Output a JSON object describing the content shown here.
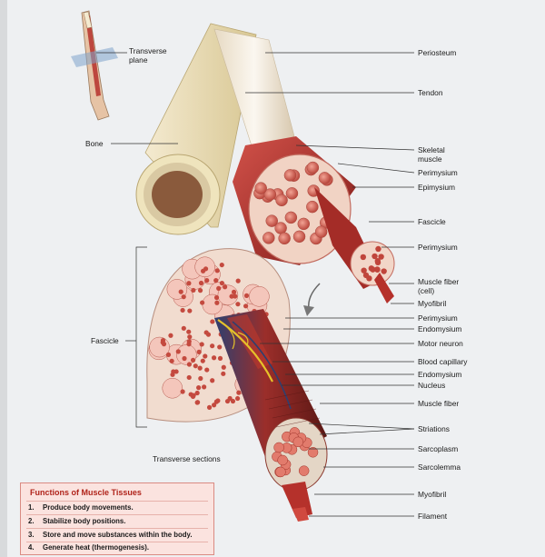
{
  "labels": {
    "transverse_plane": "Transverse plane",
    "bone": "Bone",
    "periosteum": "Periosteum",
    "tendon": "Tendon",
    "skeletal_muscle": "Skeletal muscle",
    "perimysium_1": "Perimysium",
    "epimysium": "Epimysium",
    "fascicle_right": "Fascicle",
    "perimysium_2": "Perimysium",
    "muscle_fiber_cell": "Muscle fiber (cell)",
    "myofibril_1": "Myofibril",
    "perimysium_3": "Perimysium",
    "endomysium_1": "Endomysium",
    "motor_neuron": "Motor neuron",
    "blood_capillary": "Blood capillary",
    "endomysium_2": "Endomysium",
    "nucleus": "Nucleus",
    "muscle_fiber": "Muscle fiber",
    "striations": "Striations",
    "sarcoplasm": "Sarcoplasm",
    "sarcolemma": "Sarcolemma",
    "myofibril_2": "Myofibril",
    "filament": "Filament",
    "fascicle_left": "Fascicle",
    "transverse_sections": "Transverse sections"
  },
  "functions": {
    "title": "Functions of Muscle Tissues",
    "items": [
      {
        "num": "1.",
        "text": "Produce body movements."
      },
      {
        "num": "2.",
        "text": "Stabilize body positions."
      },
      {
        "num": "3.",
        "text": "Store and move substances within the body."
      },
      {
        "num": "4.",
        "text": "Generate heat (thermogenesis)."
      }
    ]
  },
  "colors": {
    "muscle_red": "#b5312b",
    "muscle_dark": "#7e1a17",
    "tissue_pink": "#f1d3c4",
    "bone_ivory": "#ede1b9",
    "marrow_brown": "#8a5a3c",
    "tendon_white": "#f2ece2",
    "nerve_yellow": "#e6c22a",
    "vessel_blue": "#30457a",
    "box_title_red": "#b0231a"
  }
}
